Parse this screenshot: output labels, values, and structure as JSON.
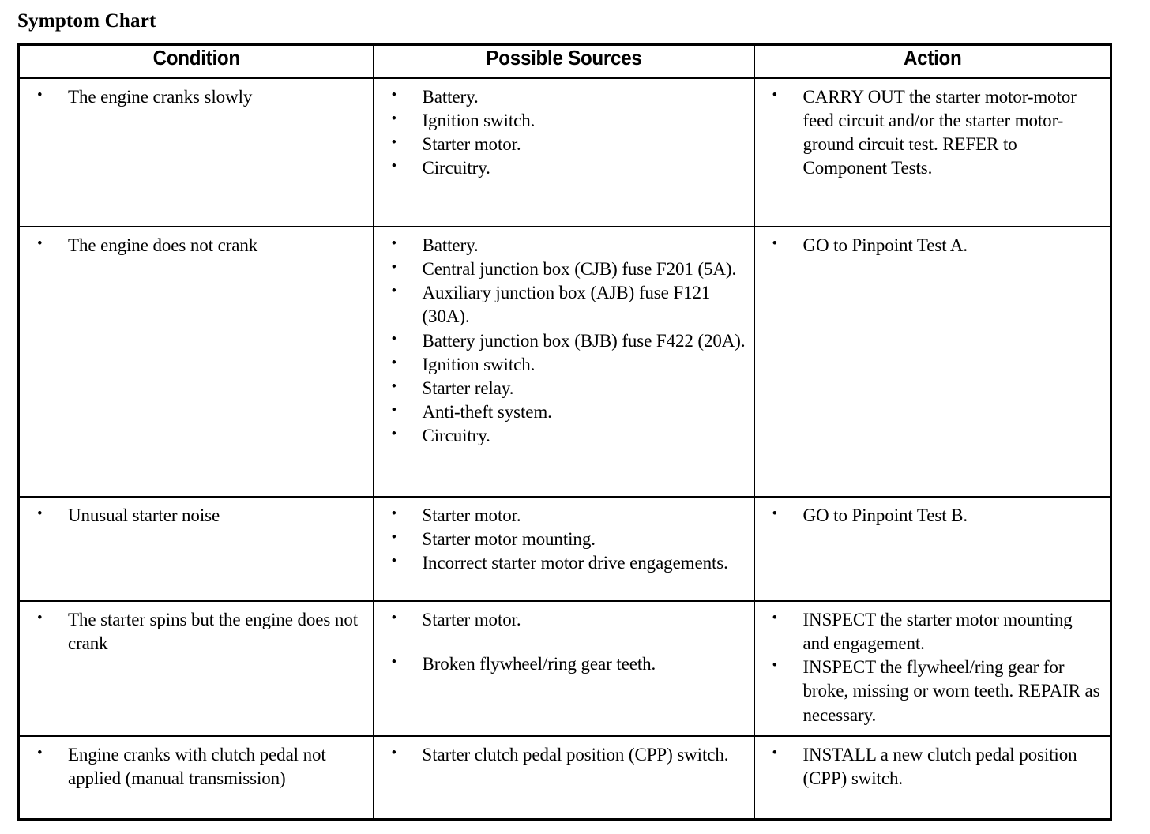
{
  "document": {
    "title": "Symptom Chart"
  },
  "table": {
    "headers": {
      "condition": "Condition",
      "sources": "Possible Sources",
      "action": "Action"
    },
    "rows": [
      {
        "condition": [
          "The engine cranks slowly"
        ],
        "sources": [
          "Battery.",
          "Ignition switch.",
          "Starter motor.",
          "Circuitry."
        ],
        "action": [
          "CARRY OUT the starter motor-motor feed circuit and/or the starter motor-ground circuit test. REFER to Component Tests."
        ]
      },
      {
        "condition": [
          "The engine does not crank"
        ],
        "sources": [
          "Battery.",
          "Central junction box (CJB) fuse F201 (5A).",
          "Auxiliary junction box (AJB) fuse F121 (30A).",
          "Battery junction box (BJB) fuse F422 (20A).",
          "Ignition switch.",
          "Starter relay.",
          "Anti-theft system.",
          "Circuitry."
        ],
        "action": [
          "GO to Pinpoint Test A."
        ]
      },
      {
        "condition": [
          "Unusual starter noise"
        ],
        "sources": [
          "Starter motor.",
          "Starter motor mounting.",
          "Incorrect starter motor drive engagements."
        ],
        "action": [
          "GO to Pinpoint Test B."
        ]
      },
      {
        "condition": [
          "The starter spins but the engine does not crank"
        ],
        "sources": [
          "Starter motor.",
          "Broken flywheel/ring gear teeth."
        ],
        "action": [
          "INSPECT the starter motor mounting and engagement.",
          "INSPECT the flywheel/ring gear for broke, missing or worn teeth. REPAIR as necessary."
        ]
      },
      {
        "condition": [
          "Engine cranks with clutch pedal not applied (manual transmission)"
        ],
        "sources": [
          "Starter clutch pedal position (CPP) switch."
        ],
        "action": [
          "INSTALL a new clutch pedal position (CPP) switch."
        ]
      }
    ]
  },
  "colors": {
    "ink": "#000000",
    "paper": "#ffffff"
  }
}
